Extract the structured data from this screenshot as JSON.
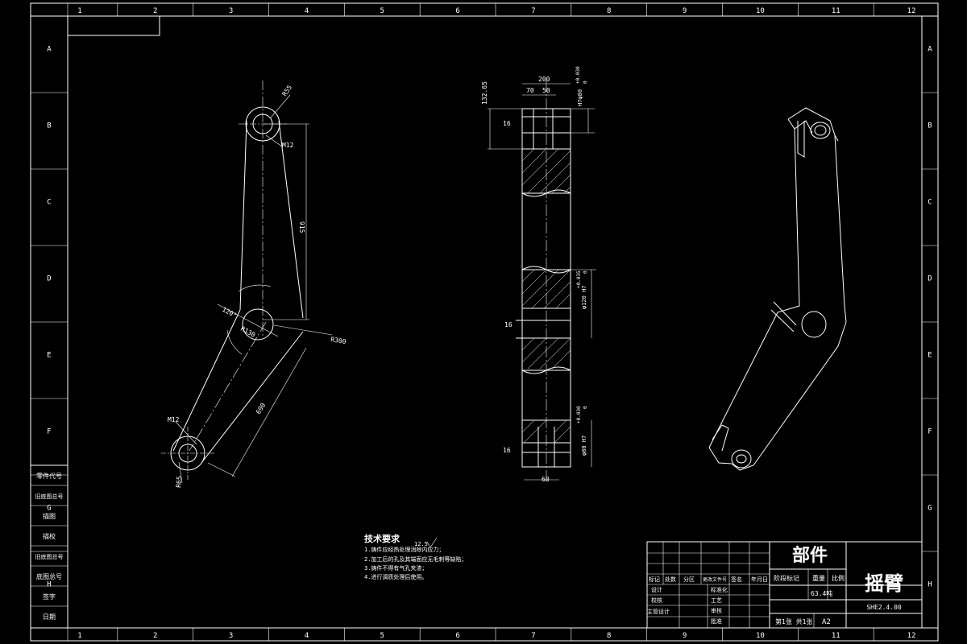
{
  "frame": {
    "columns": [
      "1",
      "2",
      "3",
      "4",
      "5",
      "6",
      "7",
      "8",
      "9",
      "10",
      "11",
      "12"
    ],
    "rows": [
      "A",
      "B",
      "C",
      "D",
      "E",
      "F",
      "G",
      "H"
    ]
  },
  "left_strip": [
    "零件代号",
    "旧底图总号",
    "描图",
    "描校",
    "旧底图总号",
    "底图总号",
    "签字",
    "日期"
  ],
  "front_view": {
    "dims": [
      "R55",
      "M12",
      "915",
      "R130",
      "R300",
      "M12",
      "R65",
      "690",
      "120°"
    ]
  },
  "section_view": {
    "dims": [
      "200",
      "70",
      "50",
      "132.65",
      "H7φ80",
      "+0.030",
      "0",
      "16",
      "+0.035",
      "0",
      "φ120 H7",
      "16",
      "+0.030",
      "0",
      "φ80 H7",
      "16",
      "60"
    ]
  },
  "notes": {
    "title": "技术要求",
    "roughness": "12.5",
    "lines": [
      "1.铸件应经热处理消除内应力；",
      "2.加工后的孔及其端面应无毛刺等缺陷；",
      "3.铸件不得有气孔夹渣；",
      "4.进行调质处理后使用。"
    ]
  },
  "title_block": {
    "part_header": "部件",
    "part_name": "摇臂",
    "drawing_no": "SHE2.4.00",
    "weight": "63.4吨",
    "sheet_text": "第1张 共1张",
    "paper_size": "A2",
    "col_headers": [
      "标记",
      "处数",
      "分区",
      "更改文件号",
      "签名",
      "年月日"
    ],
    "stage_headers": [
      "阶段标记",
      "重量",
      "比例"
    ],
    "role_labels": [
      "设计",
      "校核",
      "主管设计"
    ],
    "role_labels_right": [
      "标准化",
      "工艺",
      "审核",
      "批准"
    ]
  }
}
